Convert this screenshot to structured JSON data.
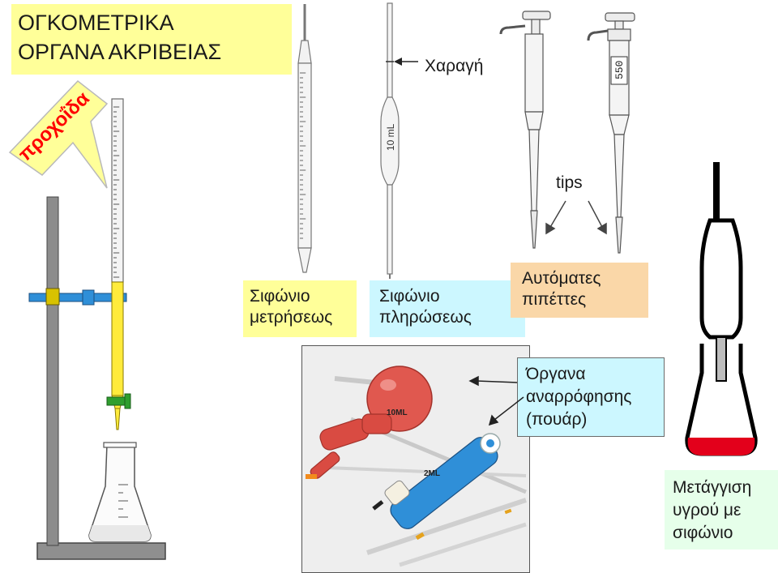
{
  "title": {
    "line1": "ΟΓΚΟΜΕΤΡΙΚΑ",
    "line2": "ΟΡΓΑΝΑ  ΑΚΡΙΒΕΙΑΣ"
  },
  "callout_burette": "προχοΐδα",
  "label_engraving": "Χαραγή",
  "label_tips": "tips",
  "pipette_marking": "10 mL",
  "auto_pipette_display": "550",
  "box_measuring": {
    "line1": "Σιφώνιο",
    "line2": "μετρήσεως"
  },
  "box_volumetric": {
    "line1": "Σιφώνιο",
    "line2": "πληρώσεως"
  },
  "box_auto": {
    "line1": "Αυτόματες",
    "line2": "πιπέττες"
  },
  "box_suction": {
    "line1": "Όργανα",
    "line2": "αναρρόφησης",
    "line3": "(πουάρ)"
  },
  "box_transfer": {
    "line1": "Μετάγγιση",
    "line2": "υγρού με",
    "line3": "σιφώνιο"
  },
  "photo_labels": {
    "bulb": "10ML",
    "pump": "2ML"
  },
  "colors": {
    "title_bg": "#ffff99",
    "callout_bg": "#ffff99",
    "burette_yellow": "#ffeb3b",
    "clamp_blue": "#2f8fd8",
    "stopcock_green": "#2e9e2e",
    "liquid_red": "#e3001b",
    "suction_bg": "#ccf7ff",
    "auto_bg": "#fad7a8",
    "transfer_bg": "#e6ffea"
  }
}
